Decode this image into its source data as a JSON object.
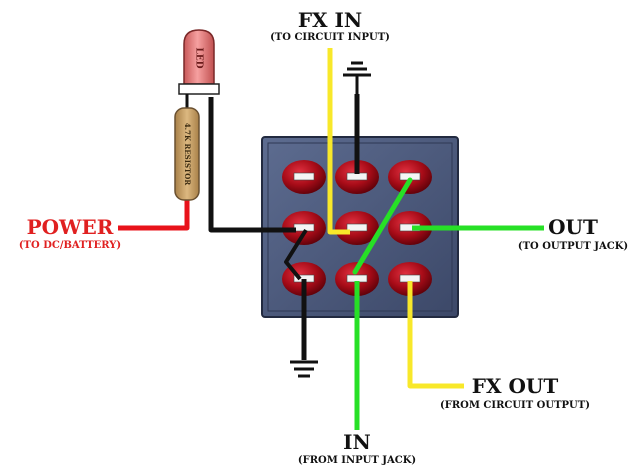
{
  "labels": {
    "fx_in": "FX IN",
    "fx_in_sub": "(TO CIRCUIT INPUT)",
    "power": "POWER",
    "power_sub": "(TO DC/BATTERY)",
    "out": "OUT",
    "out_sub": "(TO OUTPUT JACK)",
    "fx_out": "FX OUT",
    "fx_out_sub": "(FROM CIRCUIT OUTPUT)",
    "in": "IN",
    "in_sub": "(FROM INPUT JACK)",
    "led": "LED",
    "resistor": "4.7K RESISTOR"
  },
  "colors": {
    "background": "#ffffff",
    "switch_body": "#4a5a7e",
    "lug": "#b0101a",
    "wire_red": "#e8121a",
    "wire_black": "#111111",
    "wire_yellow": "#f8e82a",
    "wire_green": "#27e026",
    "label_power": "#e02020",
    "label_default": "#111111",
    "led": "#f07a7a",
    "resistor": "#c8a060"
  }
}
